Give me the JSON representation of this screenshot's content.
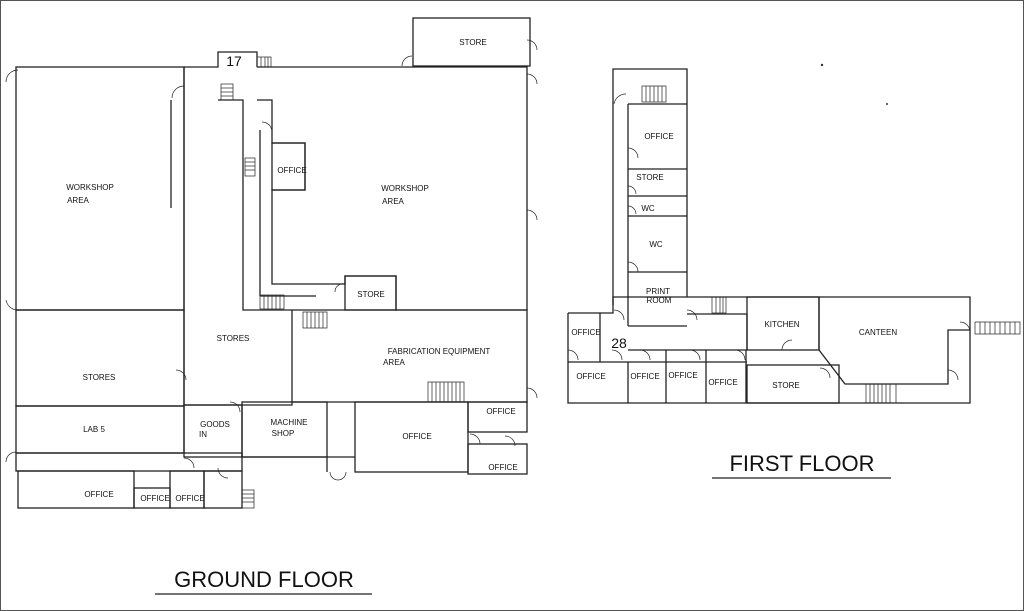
{
  "plan": {
    "ground_floor": {
      "title": "GROUND FLOOR",
      "unit_number": "17",
      "rooms": {
        "store_top": "STORE",
        "workshop_left_1": "WORKSHOP",
        "workshop_left_2": "AREA",
        "workshop_right_1": "WORKSHOP",
        "workshop_right_2": "AREA",
        "office_small": "OFFICE",
        "store_mid": "STORE",
        "stores_center": "STORES",
        "stores_left": "STORES",
        "fabrication_1": "FABRICATION EQUIPMENT",
        "fabrication_2": "AREA",
        "lab": "LAB 5",
        "goods_in_1": "GOODS",
        "goods_in_2": "IN",
        "machine_shop_1": "MACHINE",
        "machine_shop_2": "SHOP",
        "office_main": "OFFICE",
        "office_right_top": "OFFICE",
        "office_right_bottom": "OFFICE",
        "office_bottom_1": "OFFICE",
        "office_bottom_2": "OFFICE",
        "office_bottom_3": "OFFICE"
      }
    },
    "first_floor": {
      "title": "FIRST FLOOR",
      "unit_number": "28",
      "rooms": {
        "office_top": "OFFICE",
        "store_top": "STORE",
        "wc_small": "WC",
        "wc_large": "WC",
        "print_room_1": "PRINT",
        "print_room_2": "ROOM",
        "office_left": "OFFICE",
        "kitchen": "KITCHEN",
        "canteen": "CANTEEN",
        "store_bottom": "STORE",
        "office_b1": "OFFICE",
        "office_b2": "OFFICE",
        "office_b3": "OFFICE",
        "office_b4": "OFFICE"
      }
    }
  }
}
